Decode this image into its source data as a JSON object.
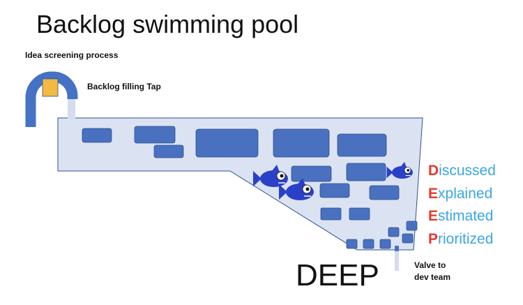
{
  "title": "Backlog swimming pool",
  "labels": {
    "idea_screening": "Idea screening process",
    "filling_tap": "Backlog filling Tap",
    "valve_line1": "Valve to",
    "valve_line2": "dev team",
    "deep": "DEEP"
  },
  "deep_acronym": [
    {
      "first": "D",
      "rest": "iscussed"
    },
    {
      "first": "E",
      "rest": "xplained"
    },
    {
      "first": "E",
      "rest": "stimated"
    },
    {
      "first": "P",
      "rest": "rioritized"
    }
  ],
  "colors": {
    "pool_fill": "#dbe3f2",
    "pool_stroke": "#2f4f8f",
    "item_fill": "#4a70c0",
    "pipe": "#4472c4",
    "tap": "#f4b942",
    "water": "#d4dcee",
    "letter_accent": "#e8392c",
    "word_color": "#3aa6e0",
    "fish": "#2a40c8"
  },
  "icons": [
    "pipe-icon",
    "tap-icon",
    "fish-icon"
  ]
}
